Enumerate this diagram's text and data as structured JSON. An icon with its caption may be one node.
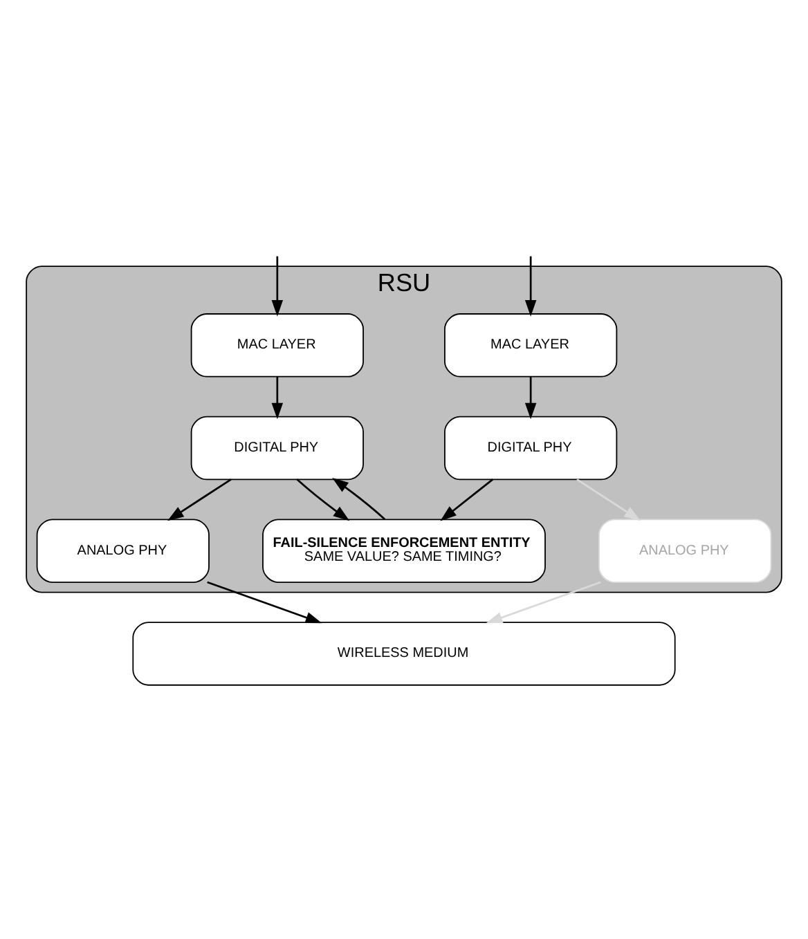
{
  "diagram": {
    "nodes": [
      {
        "text": [
          "RSU"
        ]
      },
      {
        "text": [
          "MAC LAYER"
        ],
        "in": 0
      },
      {
        "text": [
          "MAC LAYER"
        ],
        "in": 0
      },
      {
        "text": [
          "DIGITAL PHY"
        ],
        "in": 0
      },
      {
        "text": [
          "DIGITAL PHY"
        ],
        "in": 0
      },
      {
        "text": [
          "FAIL-SILENCE ENFORCEMENT ENTITY",
          "SAME VALUE? SAME TIMING?"
        ],
        "in": 0
      },
      {
        "text": [
          "ANALOG PHY"
        ],
        "in": 0
      },
      {
        "text": [
          "ANALOG PHY"
        ],
        "in": 0
      },
      {
        "text": [
          "WIRELESS MEDIUM"
        ]
      }
    ],
    "edges": [
      {
        "from": null,
        "to": 1,
        "arrow": "to"
      },
      {
        "from": null,
        "to": 2,
        "arrow": "to"
      },
      {
        "from": 1,
        "to": 3,
        "arrow": "to"
      },
      {
        "from": 2,
        "to": 4,
        "arrow": "to"
      },
      {
        "from": 3,
        "to": 5,
        "arrow": "to"
      },
      {
        "from": 3,
        "to": 6,
        "arrow": "to"
      },
      {
        "from": 4,
        "to": 5,
        "arrow": "to"
      },
      {
        "from": 4,
        "to": 7,
        "arrow": "to",
        "color": "#d9d9d9"
      },
      {
        "from": 5,
        "to": 3,
        "arrow": "to"
      },
      {
        "from": 6,
        "to": 8,
        "arrow": "to"
      },
      {
        "from": 7,
        "to": 8,
        "arrow": "to",
        "color": "#d9d9d9"
      }
    ]
  }
}
